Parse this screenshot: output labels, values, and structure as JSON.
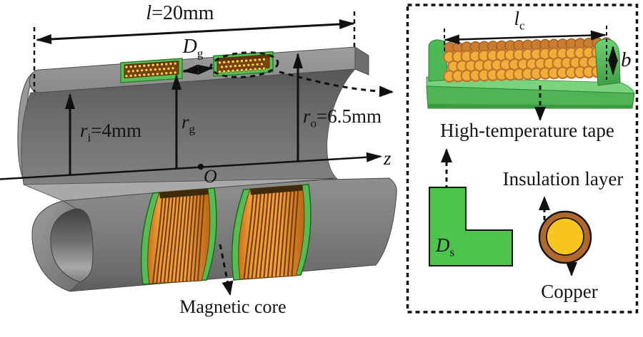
{
  "figure": {
    "description": "Cut-away 3D diagram of a magnetic core tube with two windings and a detail inset",
    "main": {
      "dim_length": {
        "base": "l",
        "rest": "=20mm"
      },
      "dim_gap": {
        "base": "D",
        "sub": "g"
      },
      "dim_ri": {
        "base": "r",
        "sub": "i",
        "rest": "=4mm"
      },
      "dim_rg": {
        "base": "r",
        "sub": "g"
      },
      "dim_ro": {
        "base": "r",
        "sub": "o",
        "rest": "=6.5mm"
      },
      "axis_z": "z",
      "origin": "O",
      "label_core": "Magnetic core"
    },
    "inset": {
      "dim_lc": {
        "base": "l",
        "sub": "c"
      },
      "dim_b": {
        "base": "b"
      },
      "dim_ds": {
        "base": "D",
        "sub": "s"
      },
      "label_tape": "High-temperature tape",
      "label_insulation": "Insulation layer",
      "label_copper": "Copper"
    },
    "colors": {
      "core_gray": "#7e7e7e",
      "tape_green": "#4ec34e",
      "coil_orange": "#ef9c38",
      "copper_fill": "#f7c51d",
      "insulation_ring": "#b2672c",
      "annotation_black": "#111111"
    }
  }
}
